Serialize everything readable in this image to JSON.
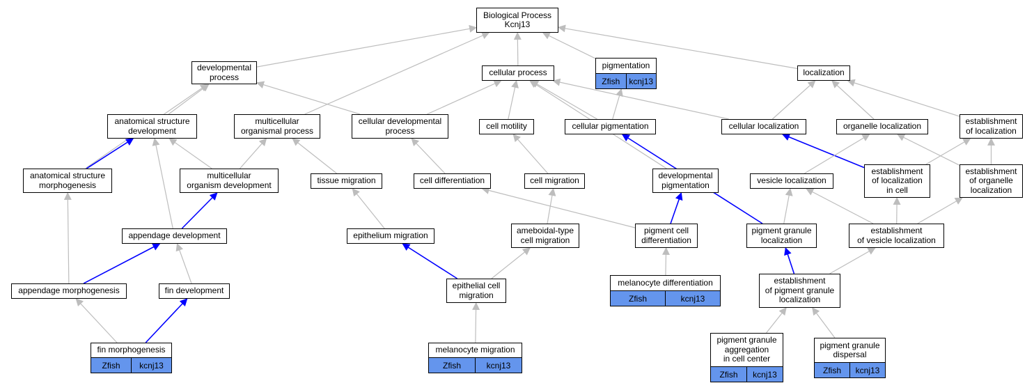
{
  "colors": {
    "edge_default": "#bdbdbd",
    "edge_highlight": "#0000ff",
    "annotation_fill": "#6495ed",
    "node_border": "#000000",
    "node_fill": "#ffffff"
  },
  "nodes": [
    {
      "id": "bp",
      "label": "Biological Process\nKcnj13"
    },
    {
      "id": "devproc",
      "label": "developmental\nprocess"
    },
    {
      "id": "cellproc",
      "label": "cellular process"
    },
    {
      "id": "pigmentation",
      "label": "pigmentation",
      "annotation": [
        "Zfish",
        "kcnj13"
      ]
    },
    {
      "id": "localization",
      "label": "localization"
    },
    {
      "id": "asd",
      "label": "anatomical structure\ndevelopment"
    },
    {
      "id": "mop",
      "label": "multicellular\norganismal process"
    },
    {
      "id": "cdp",
      "label": "cellular developmental\nprocess"
    },
    {
      "id": "cellmot",
      "label": "cell motility"
    },
    {
      "id": "cellpig",
      "label": "cellular pigmentation"
    },
    {
      "id": "cellloc",
      "label": "cellular localization"
    },
    {
      "id": "orgloc",
      "label": "organelle localization"
    },
    {
      "id": "estloc",
      "label": "establishment\nof localization"
    },
    {
      "id": "asm",
      "label": "anatomical structure\nmorphogenesis"
    },
    {
      "id": "mod",
      "label": "multicellular\norganism development"
    },
    {
      "id": "tismig",
      "label": "tissue migration"
    },
    {
      "id": "celldiff",
      "label": "cell differentiation"
    },
    {
      "id": "cellmig",
      "label": "cell migration"
    },
    {
      "id": "devpig",
      "label": "developmental\npigmentation"
    },
    {
      "id": "vesloc",
      "label": "vesicle localization"
    },
    {
      "id": "estlocincell",
      "label": "establishment\nof localization\nin cell"
    },
    {
      "id": "estorgloc",
      "label": "establishment\nof organelle\nlocalization"
    },
    {
      "id": "appdev",
      "label": "appendage development"
    },
    {
      "id": "epimig",
      "label": "epithelium migration"
    },
    {
      "id": "amoeb",
      "label": "ameboidal-type\ncell migration"
    },
    {
      "id": "pcd",
      "label": "pigment cell\ndifferentiation"
    },
    {
      "id": "pgl",
      "label": "pigment granule\nlocalization"
    },
    {
      "id": "estvesloc",
      "label": "establishment\nof vesicle localization"
    },
    {
      "id": "appmorph",
      "label": "appendage morphogenesis"
    },
    {
      "id": "findev",
      "label": "fin development"
    },
    {
      "id": "epicellmig",
      "label": "epithelial cell\nmigration"
    },
    {
      "id": "melanodiff",
      "label": "melanocyte differentiation",
      "annotation": [
        "Zfish",
        "kcnj13"
      ]
    },
    {
      "id": "estpgl",
      "label": "establishment\nof pigment granule\nlocalization"
    },
    {
      "id": "finmorph",
      "label": "fin morphogenesis",
      "annotation": [
        "Zfish",
        "kcnj13"
      ]
    },
    {
      "id": "melanomig",
      "label": "melanocyte migration",
      "annotation": [
        "Zfish",
        "kcnj13"
      ]
    },
    {
      "id": "pgagg",
      "label": "pigment granule\naggregation\nin cell center",
      "annotation": [
        "Zfish",
        "kcnj13"
      ]
    },
    {
      "id": "pgdisp",
      "label": "pigment granule\ndispersal",
      "annotation": [
        "Zfish",
        "kcnj13"
      ]
    }
  ],
  "edges": [
    {
      "from": "devproc",
      "to": "bp"
    },
    {
      "from": "cellproc",
      "to": "bp"
    },
    {
      "from": "pigmentation",
      "to": "bp"
    },
    {
      "from": "localization",
      "to": "bp"
    },
    {
      "from": "mop",
      "to": "bp"
    },
    {
      "from": "asd",
      "to": "devproc"
    },
    {
      "from": "cdp",
      "to": "devproc"
    },
    {
      "from": "asm",
      "to": "devproc"
    },
    {
      "from": "cdp",
      "to": "cellproc"
    },
    {
      "from": "cellmot",
      "to": "cellproc"
    },
    {
      "from": "cellpig",
      "to": "cellproc"
    },
    {
      "from": "cellloc",
      "to": "cellproc"
    },
    {
      "from": "devpig",
      "to": "cellproc"
    },
    {
      "from": "cellpig",
      "to": "pigmentation"
    },
    {
      "from": "cellloc",
      "to": "localization"
    },
    {
      "from": "orgloc",
      "to": "localization"
    },
    {
      "from": "estloc",
      "to": "localization"
    },
    {
      "from": "asm",
      "to": "asd",
      "highlight": true
    },
    {
      "from": "mod",
      "to": "asd"
    },
    {
      "from": "appdev",
      "to": "asd"
    },
    {
      "from": "mod",
      "to": "mop"
    },
    {
      "from": "tismig",
      "to": "mop"
    },
    {
      "from": "celldiff",
      "to": "cdp"
    },
    {
      "from": "cellmig",
      "to": "cellmot"
    },
    {
      "from": "pgl",
      "to": "cellpig",
      "highlight": true
    },
    {
      "from": "estlocincell",
      "to": "cellloc",
      "highlight": true
    },
    {
      "from": "vesloc",
      "to": "orgloc"
    },
    {
      "from": "estorgloc",
      "to": "orgloc"
    },
    {
      "from": "estlocincell",
      "to": "estloc"
    },
    {
      "from": "estorgloc",
      "to": "estloc"
    },
    {
      "from": "appmorph",
      "to": "asm"
    },
    {
      "from": "appdev",
      "to": "mod",
      "highlight": true
    },
    {
      "from": "epimig",
      "to": "tismig"
    },
    {
      "from": "pcd",
      "to": "celldiff"
    },
    {
      "from": "amoeb",
      "to": "cellmig"
    },
    {
      "from": "pcd",
      "to": "devpig",
      "highlight": true
    },
    {
      "from": "pgl",
      "to": "vesloc"
    },
    {
      "from": "estvesloc",
      "to": "vesloc"
    },
    {
      "from": "estvesloc",
      "to": "estlocincell"
    },
    {
      "from": "estvesloc",
      "to": "estorgloc"
    },
    {
      "from": "appmorph",
      "to": "appdev",
      "highlight": true
    },
    {
      "from": "findev",
      "to": "appdev"
    },
    {
      "from": "epicellmig",
      "to": "epimig",
      "highlight": true
    },
    {
      "from": "epicellmig",
      "to": "amoeb"
    },
    {
      "from": "melanodiff",
      "to": "pcd"
    },
    {
      "from": "estpgl",
      "to": "pgl",
      "highlight": true
    },
    {
      "from": "estpgl",
      "to": "estvesloc"
    },
    {
      "from": "finmorph",
      "to": "appmorph"
    },
    {
      "from": "finmorph",
      "to": "findev",
      "highlight": true
    },
    {
      "from": "melanomig",
      "to": "epicellmig"
    },
    {
      "from": "pgagg",
      "to": "estpgl"
    },
    {
      "from": "pgdisp",
      "to": "estpgl"
    }
  ]
}
